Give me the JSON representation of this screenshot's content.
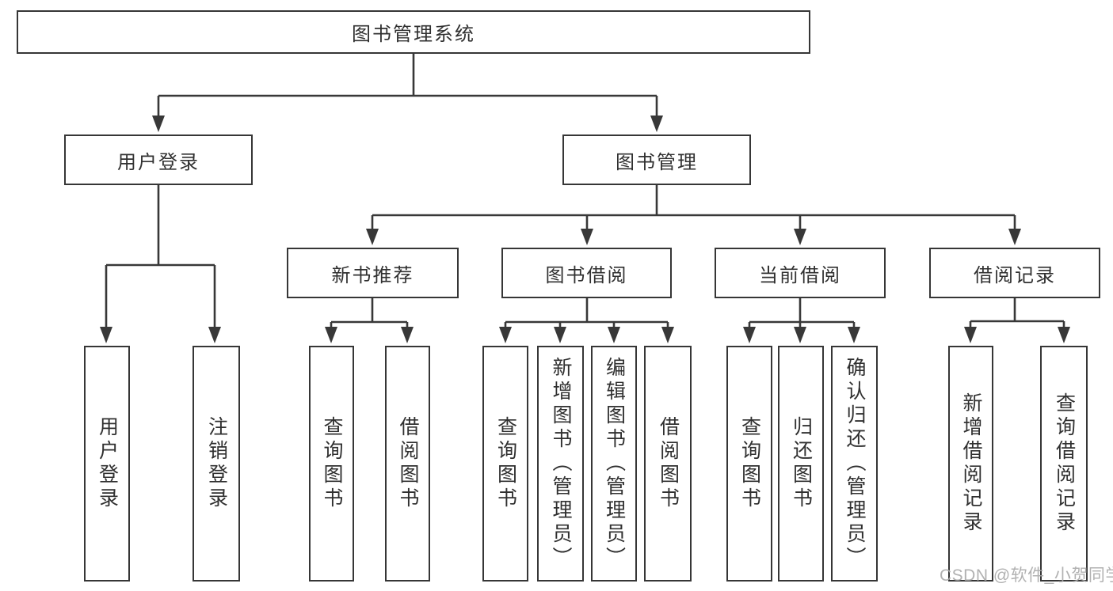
{
  "diagram": {
    "root": {
      "label": "图书管理系统",
      "children": [
        {
          "label": "用户登录",
          "children": [
            {
              "label": "用户登录"
            },
            {
              "label": "注销登录"
            }
          ]
        },
        {
          "label": "图书管理",
          "children": [
            {
              "label": "新书推荐",
              "children": [
                {
                  "label": "查询图书"
                },
                {
                  "label": "借阅图书"
                }
              ]
            },
            {
              "label": "图书借阅",
              "children": [
                {
                  "label": "查询图书"
                },
                {
                  "label": "新增图书（管理员）"
                },
                {
                  "label": "编辑图书（管理员）"
                },
                {
                  "label": "借阅图书"
                }
              ]
            },
            {
              "label": "当前借阅",
              "children": [
                {
                  "label": "查询图书"
                },
                {
                  "label": "归还图书"
                },
                {
                  "label": "确认归还（管理员）"
                }
              ]
            },
            {
              "label": "借阅记录",
              "children": [
                {
                  "label": "新增借阅记录"
                },
                {
                  "label": "查询借阅记录"
                }
              ]
            }
          ]
        }
      ]
    }
  },
  "watermark": {
    "text": "CSDN @软件_小贺同学"
  },
  "colors": {
    "line": "#383838",
    "box_border": "#363636",
    "text": "#303030",
    "background": "#ffffff",
    "watermark": "#a9a9a9"
  }
}
